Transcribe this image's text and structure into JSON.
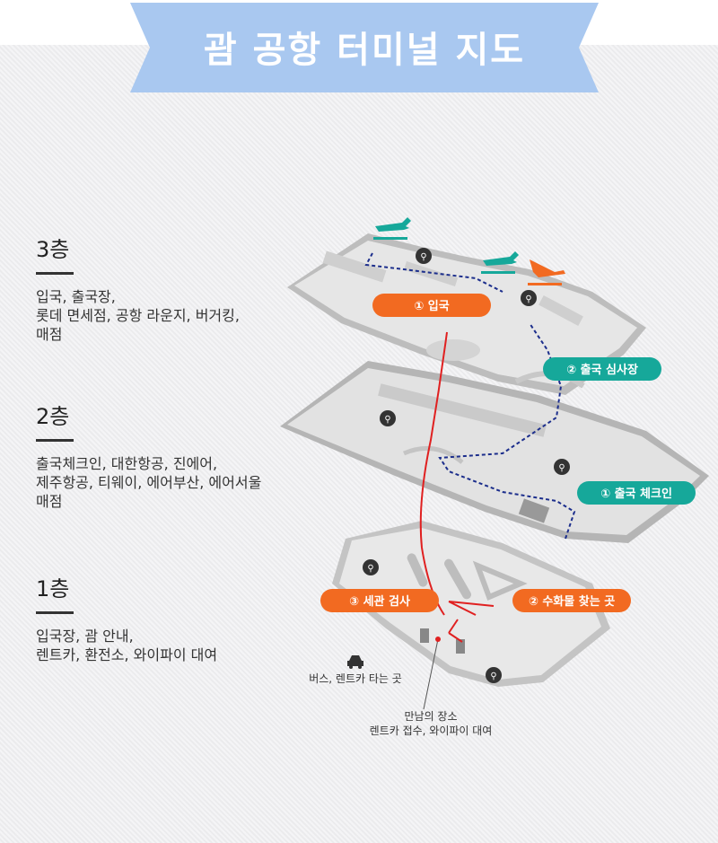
{
  "page": {
    "title": "괌 공항 터미널 지도"
  },
  "colors": {
    "ribbon": "#a9c8f0",
    "accent_orange": "#f26a21",
    "accent_green": "#16a89a",
    "route_red": "#e02020",
    "route_navy": "#1c2e8c"
  },
  "floors": [
    {
      "title": "3층",
      "lines": [
        "입국, 출국장,",
        "롯데 면세점, 공항 라운지, 버거킹,",
        "매점"
      ]
    },
    {
      "title": "2층",
      "lines": [
        "출국체크인, 대한항공, 진에어,",
        "제주항공, 티웨이, 에어부산, 에어서울",
        "매점"
      ]
    },
    {
      "title": "1층",
      "lines": [
        "입국장, 괌 안내,",
        "렌트카, 환전소, 와이파이 대여"
      ]
    }
  ],
  "map_labels": {
    "arrival": "① 입국",
    "departure_check": "② 출국 심사장",
    "checkin": "① 출국 체크인",
    "customs": "③ 세관 검사",
    "baggage": "② 수화물 찾는 곳",
    "bus": "버스, 렌트카 타는 곳",
    "meeting_line1": "만남의 장소",
    "meeting_line2": "렌트카 접수, 와이파이 대여"
  },
  "icons": {
    "arrival_plane": "airplane-arrival-icon",
    "departure_plane": "airplane-departure-icon",
    "restroom": "restroom-icon",
    "car": "car-icon"
  }
}
